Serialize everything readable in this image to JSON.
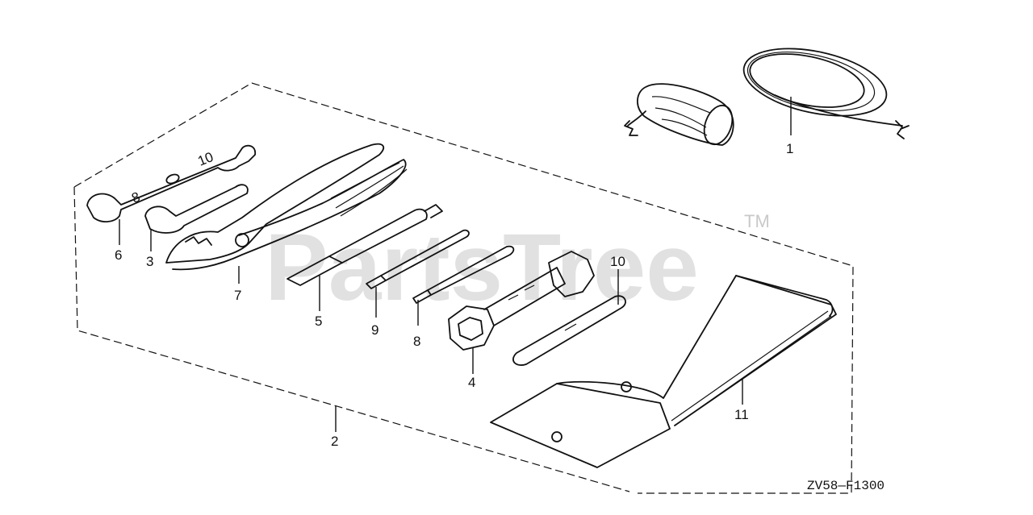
{
  "watermark": {
    "text": "PartsTree",
    "trademark": "TM"
  },
  "reference_code": "ZV58—F1300",
  "callouts": [
    {
      "id": "1",
      "label": "1"
    },
    {
      "id": "2",
      "label": "2"
    },
    {
      "id": "3",
      "label": "3"
    },
    {
      "id": "4",
      "label": "4"
    },
    {
      "id": "5",
      "label": "5"
    },
    {
      "id": "6",
      "label": "6"
    },
    {
      "id": "7",
      "label": "7"
    },
    {
      "id": "8",
      "label": "8"
    },
    {
      "id": "9",
      "label": "9"
    },
    {
      "id": "10",
      "label": "10"
    },
    {
      "id": "11",
      "label": "11"
    }
  ],
  "wrench_markings": {
    "large": "10",
    "small": "8"
  },
  "colors": {
    "ink": "#111111",
    "watermark": "#c9c9c9",
    "background": "#ffffff"
  }
}
